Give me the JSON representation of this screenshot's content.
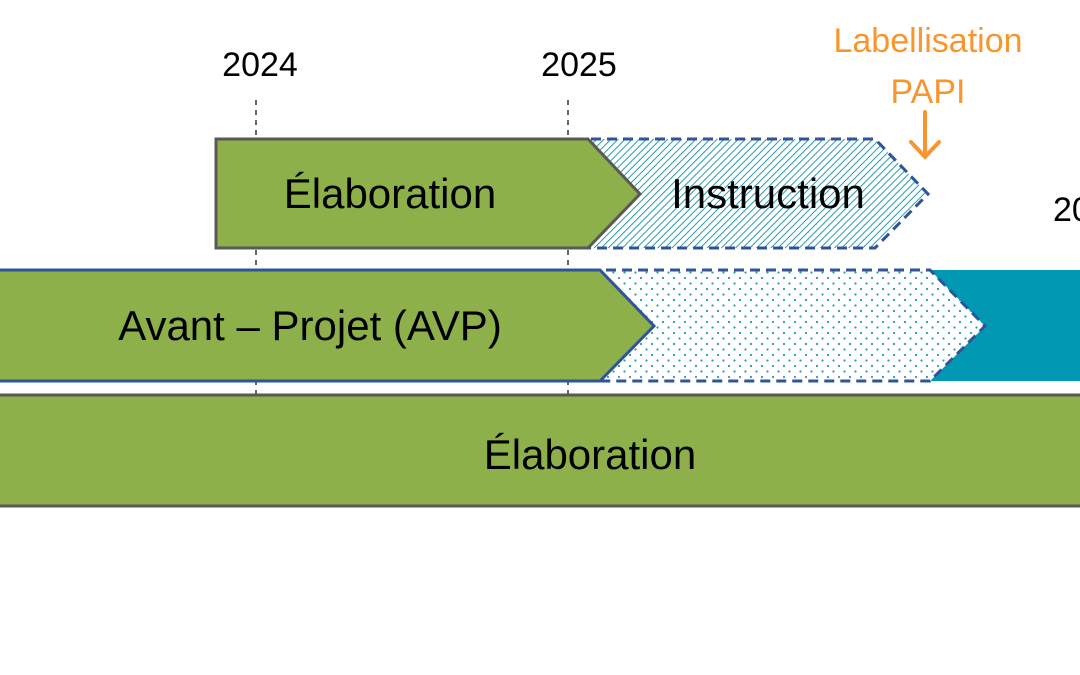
{
  "timeline": {
    "years": [
      "2024",
      "2025"
    ],
    "partial_year": "20",
    "milestone": {
      "line1": "Labellisation",
      "line2": "PAPI"
    }
  },
  "rows": [
    {
      "phase": "Élaboration",
      "next_phase": "Instruction"
    },
    {
      "phase": "Avant – Projet (AVP)"
    },
    {
      "phase": "Élaboration"
    }
  ],
  "colors": {
    "green": "#8DB04B",
    "teal": "#0098B3",
    "hatch": "#2A9AAE",
    "dash_border": "#2F5597",
    "milestone": "#F7962F",
    "gray_border": "#595959"
  }
}
